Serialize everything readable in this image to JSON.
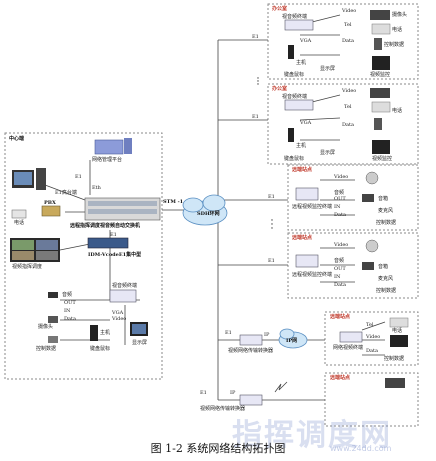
{
  "figure": {
    "caption": "图 1-2   系统网络结构拓扑图"
  },
  "center": {
    "title": "中心端",
    "nms": "网络管理平台",
    "e1_a": "E1",
    "eth": "Eth",
    "switch_label": "远程指挥调度视音频自动交换机",
    "pbx": "PBX",
    "phone": "电话",
    "e1_hdmi": "E1高台端",
    "video_dispatch": "视频指挥调度",
    "idm": "IDM-VcodeE1集中型",
    "e1_b": "E1",
    "stm": "STM -1",
    "terminal": "视音频终端",
    "mic": "音频",
    "camera": "摄像头",
    "ptz": "控制数据",
    "host": "主机",
    "display": "显示屏",
    "keyboard": "键盘鼠标",
    "out": "OUT",
    "in": "IN",
    "data": "Data",
    "vga": "VGA",
    "video": "Video",
    "audio": "音频"
  },
  "cloud": {
    "sdh": "SDH环网",
    "ip": "IP网"
  },
  "office": {
    "title1": "办公室",
    "title2": "办公室",
    "terminal": "视音频终端",
    "video": "Video",
    "tel": "Tel",
    "data": "Data",
    "vga": "VGA",
    "host": "主机",
    "display": "显示屏",
    "keyboard": "键盘鼠标",
    "ptz": "控制数据",
    "phone": "电话",
    "camera": "摄像头",
    "monitor": "视频监控",
    "e1": "E1"
  },
  "remote": {
    "title1": "远端站点",
    "title2": "远端站点",
    "terminal": "远程视频监控终端",
    "video": "Video",
    "audio": "音频",
    "out": "OUT",
    "in": "IN",
    "data": "Data",
    "speaker": "音箱",
    "mic": "麦克风",
    "ctrl": "控制数据",
    "e1": "E1"
  },
  "ip_site": {
    "title1": "远端站点",
    "title2": "远端站点",
    "converter": "视频网络传输转换器",
    "terminal": "网络视频终端",
    "tel": "Tel",
    "video": "Video",
    "data": "Data",
    "phone": "电话",
    "ctrl": "控制数据",
    "ip": "IP",
    "e1": "E1"
  },
  "watermark": {
    "main": "指挥调度网",
    "sub": "www.24dd.com"
  }
}
